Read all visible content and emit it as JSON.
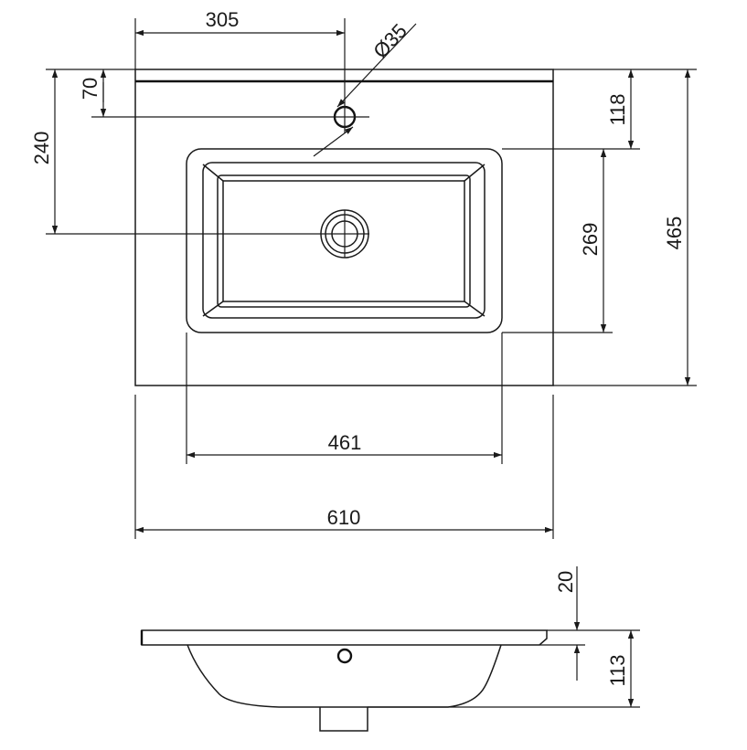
{
  "drawing": {
    "top_view": {
      "dim_tap_offset_horizontal": "305",
      "dim_tap_hole_diameter": "Ø35",
      "dim_tap_offset_vertical": "70",
      "dim_drain_offset_vertical": "240",
      "dim_basin_top_offset": "118",
      "dim_basin_depth": "269",
      "dim_total_depth": "465",
      "dim_basin_width": "461",
      "dim_total_width": "610"
    },
    "side_view": {
      "dim_top_thickness": "20",
      "dim_bowl_height": "113"
    }
  }
}
